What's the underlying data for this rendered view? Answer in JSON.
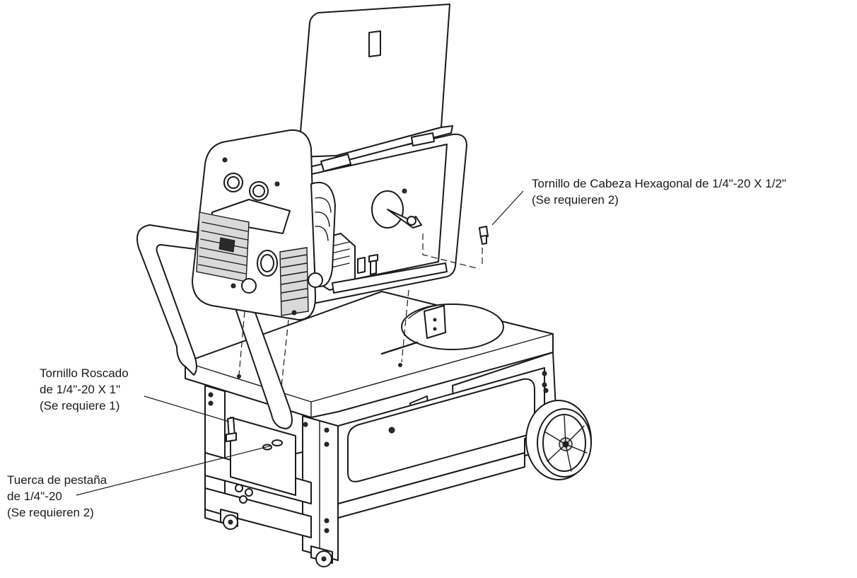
{
  "labels": {
    "hex_bolt": {
      "line1": "Tornillo de Cabeza Hexagonal de 1/4\"-20 X 1/2\"",
      "line2": "(Se requieren 2)"
    },
    "threaded_screw": {
      "line1": "Tornillo Roscado",
      "line2": "de 1/4\"-20 X 1\"",
      "line3": "(Se requiere 1)"
    },
    "flange_nut": {
      "line1": "Tuerca de pestaña",
      "line2": "de 1/4\"-20",
      "line3": "(Se requieren 2)"
    }
  },
  "colors": {
    "ink": "#1a1a1a",
    "paper": "#ffffff"
  }
}
